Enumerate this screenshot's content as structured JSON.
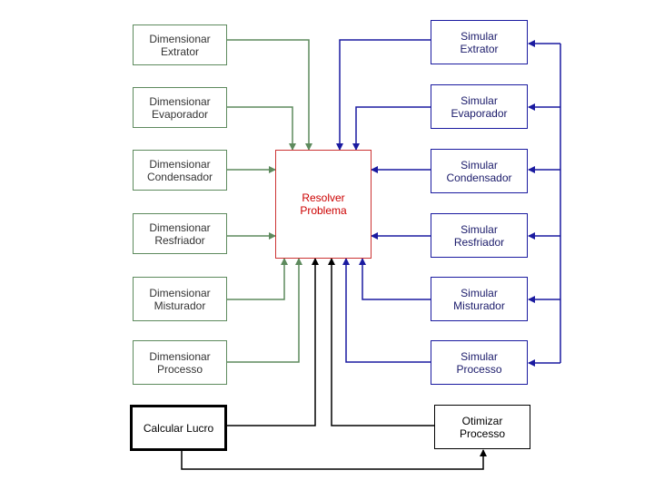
{
  "boxes": {
    "dim_extrator": "Dimensionar\nExtrator",
    "dim_evaporador": "Dimensionar\nEvaporador",
    "dim_condensador": "Dimensionar\nCondensador",
    "dim_resfriador": "Dimensionar\nResfriador",
    "dim_misturador": "Dimensionar\nMisturador",
    "dim_processo": "Dimensionar\nProcesso",
    "calc_lucro": "Calcular Lucro",
    "sim_extrator": "Simular\nExtrator",
    "sim_evaporador": "Simular\nEvaporador",
    "sim_condensador": "Simular\nCondensador",
    "sim_resfriador": "Simular\nResfriador",
    "sim_misturador": "Simular\nMisturador",
    "sim_processo": "Simular\nProcesso",
    "otimizar": "Otimizar\nProcesso",
    "resolver": "Resolver\nProblema"
  },
  "colors": {
    "green": "#5d8a5d",
    "blue": "#1a1aa0",
    "red": "#cc3333",
    "black": "#000000"
  }
}
